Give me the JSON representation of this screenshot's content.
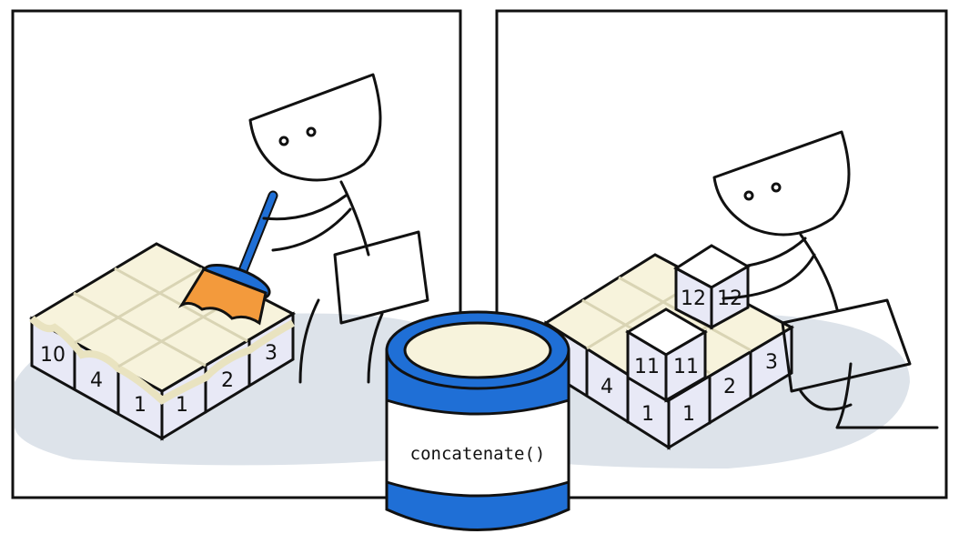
{
  "left_panel": {
    "cube_labels": [
      "10",
      "4",
      "1",
      "1",
      "2",
      "3"
    ]
  },
  "right_panel": {
    "cube_labels": [
      "4",
      "1",
      "1",
      "2",
      "3"
    ],
    "cube_11_labels": [
      "11",
      "11"
    ],
    "cube_12_labels": [
      "12",
      "12"
    ]
  },
  "paint_can": {
    "label": "concatenate()"
  },
  "colors": {
    "paint": "#f7f3dc",
    "can_blue": "#1f6fd6",
    "brush_orange": "#f39a3c",
    "cube_face": "#e8e9f6",
    "shadow": "#dde3ea"
  }
}
